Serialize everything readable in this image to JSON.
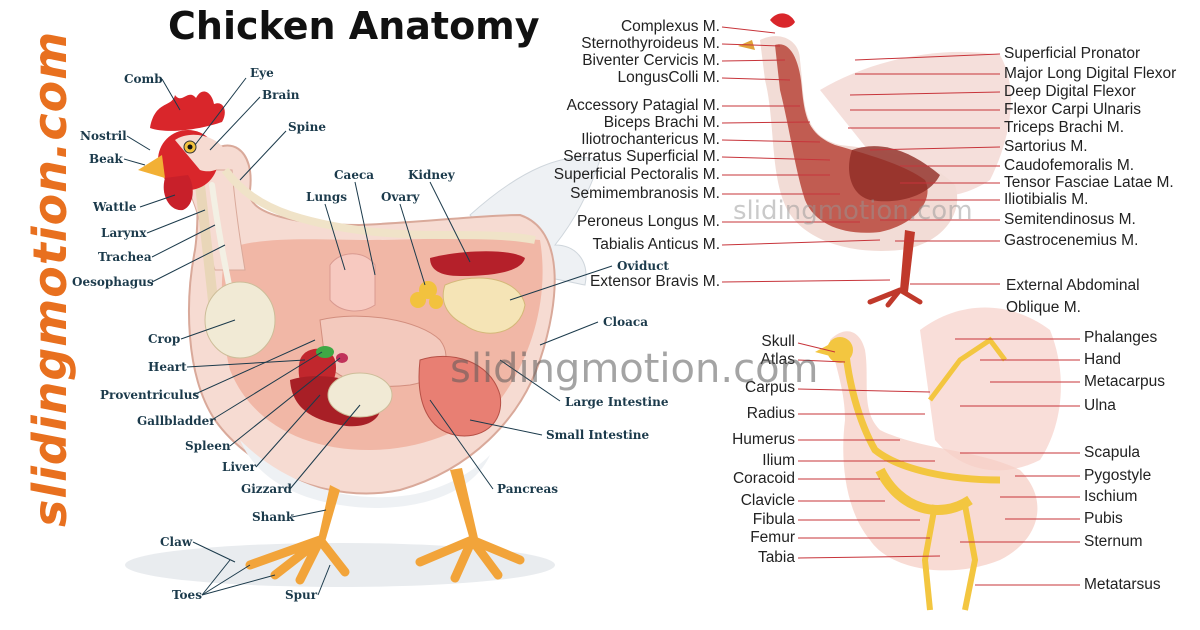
{
  "title": "Chicken Anatomy",
  "brand": "slidingmotion.com",
  "watermark_main": "slidingmotion.com",
  "watermark_top": "slidingmotion.com",
  "anatomy_labels": {
    "comb": "Comb",
    "eye": "Eye",
    "brain": "Brain",
    "nostril": "Nostril",
    "spine": "Spine",
    "beak": "Beak",
    "caeca": "Caeca",
    "kidney": "Kidney",
    "lungs": "Lungs",
    "ovary": "Ovary",
    "wattle": "Wattle",
    "larynx": "Larynx",
    "trachea": "Trachea",
    "oesophagus": "Oesophagus",
    "oviduct": "Oviduct",
    "cloaca": "Cloaca",
    "crop": "Crop",
    "heart": "Heart",
    "proventriculus": "Proventriculus",
    "large_intestine": "Large Intestine",
    "gallbladder": "Gallbladder",
    "small_intestine": "Small Intestine",
    "spleen": "Spleen",
    "liver": "Liver",
    "gizzard": "Gizzard",
    "pancreas": "Pancreas",
    "shank": "Shank",
    "claw": "Claw",
    "toes": "Toes",
    "spur": "Spur"
  },
  "muscle_labels_left": [
    "Complexus M.",
    "Sternothyroideus M.",
    "Biventer Cervicis M.",
    "LongusColli M.",
    "Accessory Patagial M.",
    "Biceps Brachi M.",
    "Iliotrochantericus M.",
    "Serratus Superficial M.",
    "Superficial Pectoralis M.",
    "Semimembranosis M.",
    "Peroneus Longus M.",
    "Tabialis Anticus M.",
    "Extensor Bravis M."
  ],
  "muscle_labels_right": [
    "Superficial Pronator",
    "Major Long Digital Flexor",
    "Deep Digital Flexor",
    "Flexor Carpi Ulnaris",
    "Triceps Brachi M.",
    "Sartorius M.",
    "Caudofemoralis M.",
    "Tensor Fasciae Latae M.",
    "Iliotibialis M.",
    "Semitendinosus M.",
    "Gastrocenemius M.",
    "External Abdominal",
    "Oblique M."
  ],
  "skeleton_labels_left": [
    "Skull",
    "Atlas",
    "Carpus",
    "Radius",
    "Humerus",
    "Ilium",
    "Coracoid",
    "Clavicle",
    "Fibula",
    "Femur",
    "Tabia"
  ],
  "skeleton_labels_right": [
    "Phalanges",
    "Hand",
    "Metacarpus",
    "Ulna",
    "Scapula",
    "Pygostyle",
    "Ischium",
    "Pubis",
    "Sternum",
    "Metatarsus"
  ],
  "colors": {
    "brand": "#e8701f",
    "label_dark": "#1b3a4b",
    "muscle": "#b8453a",
    "bone": "#f3c640",
    "comb": "#d9262b",
    "leg": "#f2a43a",
    "leader_red": "#c7343a"
  }
}
